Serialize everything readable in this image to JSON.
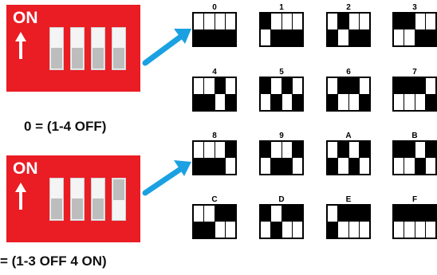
{
  "colors": {
    "panel": "#ea1c24",
    "arrow": "#1ba1e2",
    "on": "#ffffff",
    "off": "#000000"
  },
  "panels": [
    {
      "on_label": "ON",
      "caption": "0 = (1-4 OFF)",
      "switches": [
        "off",
        "off",
        "off",
        "off"
      ]
    },
    {
      "on_label": "ON",
      "caption": "= (1-3 OFF 4 ON)",
      "switches": [
        "off",
        "off",
        "off",
        "on"
      ]
    }
  ],
  "up_arrow_icon": "up-arrow-icon",
  "pointer_icon": "arrow-pointer-icon",
  "patterns": [
    {
      "label": "0",
      "switches": [
        "off",
        "off",
        "off",
        "off"
      ]
    },
    {
      "label": "1",
      "switches": [
        "on",
        "off",
        "off",
        "off"
      ]
    },
    {
      "label": "2",
      "switches": [
        "off",
        "on",
        "off",
        "off"
      ]
    },
    {
      "label": "3",
      "switches": [
        "on",
        "on",
        "off",
        "off"
      ]
    },
    {
      "label": "4",
      "switches": [
        "off",
        "off",
        "on",
        "off"
      ]
    },
    {
      "label": "5",
      "switches": [
        "on",
        "off",
        "on",
        "off"
      ]
    },
    {
      "label": "6",
      "switches": [
        "off",
        "on",
        "on",
        "off"
      ]
    },
    {
      "label": "7",
      "switches": [
        "on",
        "on",
        "on",
        "off"
      ]
    },
    {
      "label": "8",
      "switches": [
        "off",
        "off",
        "off",
        "on"
      ]
    },
    {
      "label": "9",
      "switches": [
        "on",
        "off",
        "off",
        "on"
      ]
    },
    {
      "label": "A",
      "switches": [
        "off",
        "on",
        "off",
        "on"
      ]
    },
    {
      "label": "B",
      "switches": [
        "on",
        "on",
        "off",
        "on"
      ]
    },
    {
      "label": "C",
      "switches": [
        "off",
        "off",
        "on",
        "on"
      ]
    },
    {
      "label": "D",
      "switches": [
        "on",
        "off",
        "on",
        "on"
      ]
    },
    {
      "label": "E",
      "switches": [
        "off",
        "on",
        "on",
        "on"
      ]
    },
    {
      "label": "F",
      "switches": [
        "on",
        "on",
        "on",
        "on"
      ]
    }
  ]
}
